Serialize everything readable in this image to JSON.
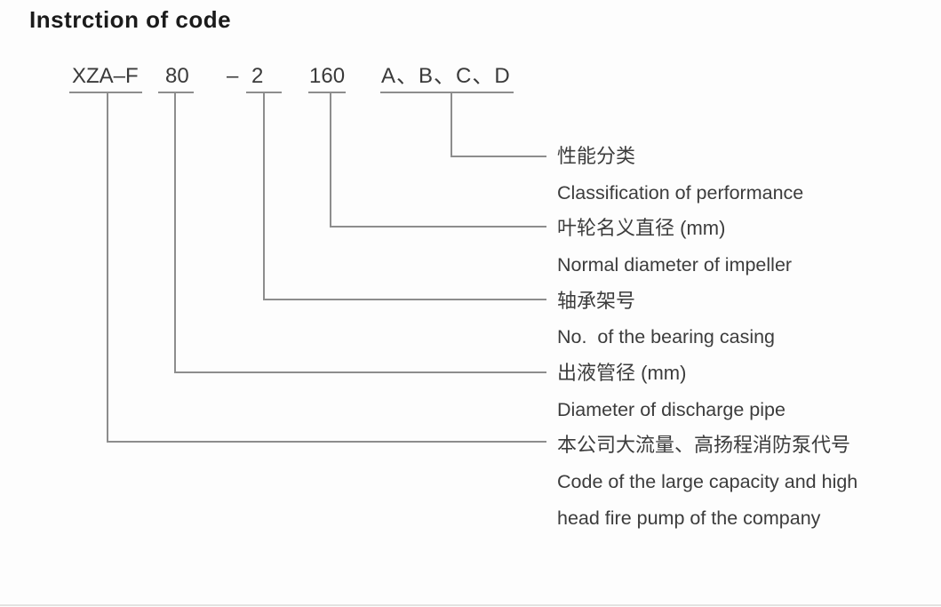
{
  "title": "Instrction of code",
  "code": {
    "full": "XZA-F 80-2 160 A、B、C、D",
    "segments": {
      "company_code": "XZA–F",
      "discharge_pipe": "80",
      "dash": "–",
      "bearing_casing": "2",
      "impeller_diameter": "160",
      "performance_class": "A、B、C、D"
    }
  },
  "labels": [
    {
      "zh": "性能分类",
      "en": "Classification of performance"
    },
    {
      "zh": "叶轮名义直径 (mm)",
      "en": "Normal diameter of impeller"
    },
    {
      "zh": "轴承架号",
      "en": "No.  of the bearing casing"
    },
    {
      "zh": "出液管径 (mm)",
      "en": "Diameter of discharge pipe"
    },
    {
      "zh": "本公司大流量、高扬程消防泵代号",
      "en": "Code of the large capacity and high\nhead fire pump of the company"
    }
  ],
  "colors": {
    "line": "#8d8d8d",
    "text": "#3a3a3a",
    "title": "#1b1b1b"
  }
}
